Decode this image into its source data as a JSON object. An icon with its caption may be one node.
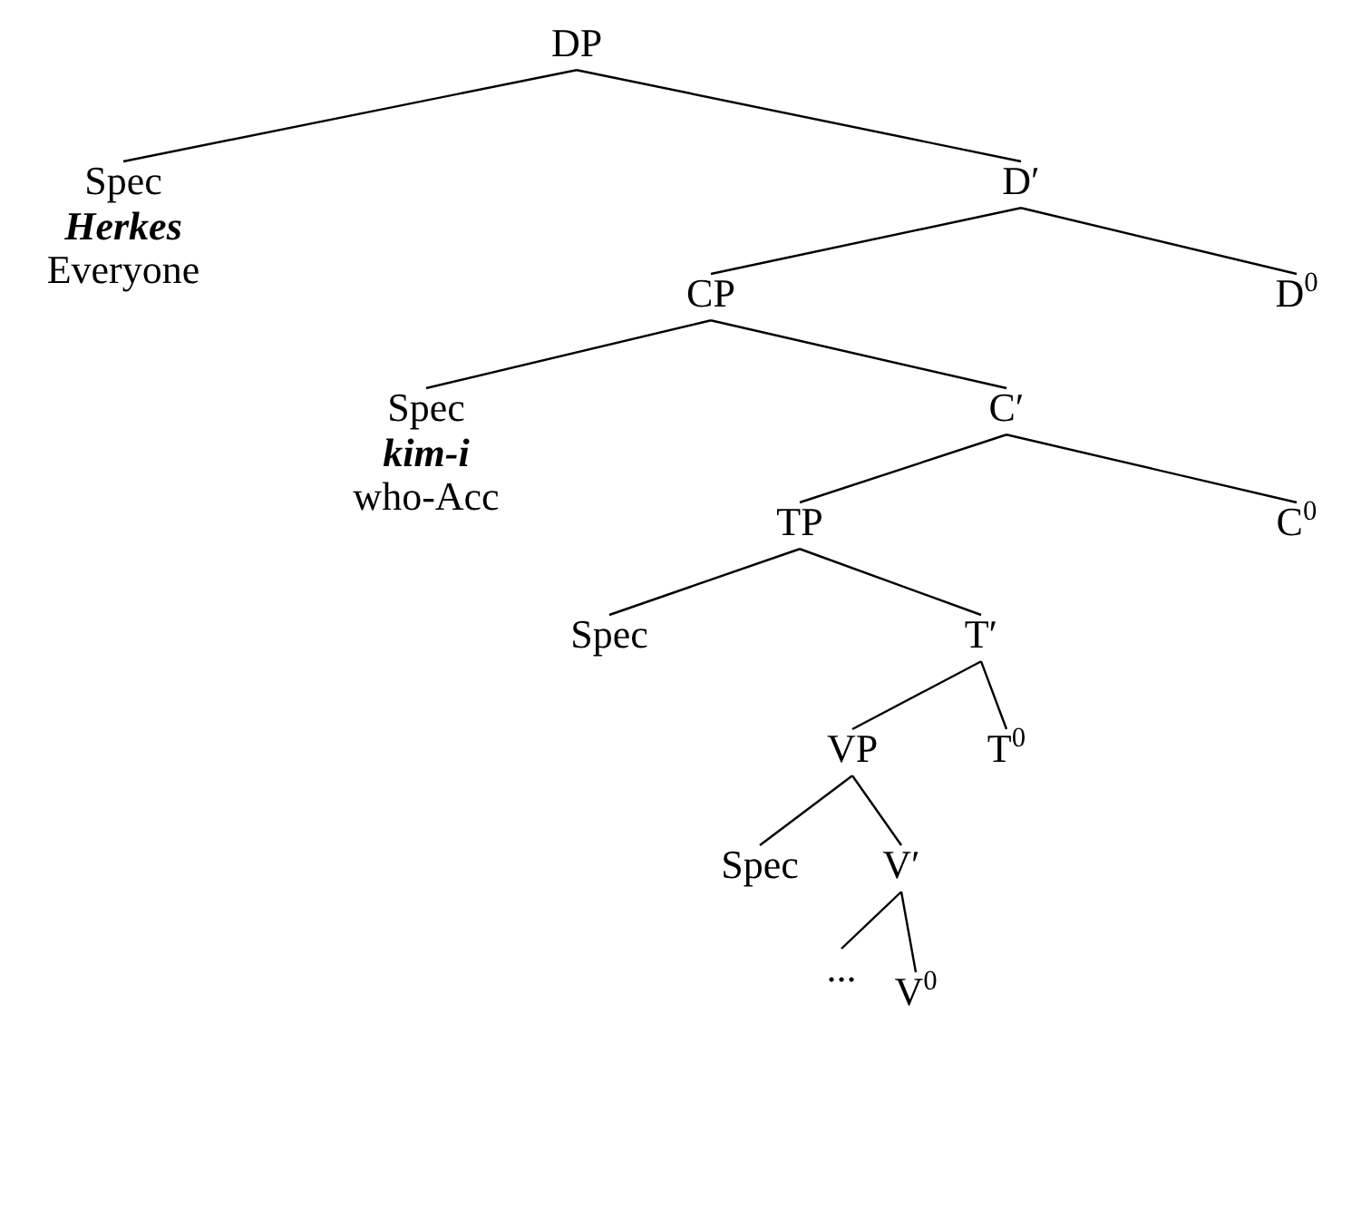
{
  "diagram": {
    "nodes": [
      {
        "text": [
          "DP"
        ]
      },
      {
        "text": [
          "Spec",
          "Herkes",
          "Everyone"
        ]
      },
      {
        "text": [
          "D′"
        ]
      },
      {
        "text": [
          "CP"
        ]
      },
      {
        "text": [
          "D$^{0}$"
        ]
      },
      {
        "text": [
          "Spec",
          "kim-i",
          "who-Acc"
        ]
      },
      {
        "text": [
          "C′"
        ]
      },
      {
        "text": [
          "TP"
        ]
      },
      {
        "text": [
          "C$^{0}$"
        ]
      },
      {
        "text": [
          "Spec"
        ]
      },
      {
        "text": [
          "T′"
        ]
      },
      {
        "text": [
          "VP"
        ]
      },
      {
        "text": [
          "T$^{0}$"
        ]
      },
      {
        "text": [
          "Spec"
        ]
      },
      {
        "text": [
          "V′"
        ]
      },
      {
        "text": [
          "..."
        ]
      },
      {
        "text": [
          "V$^{0}$"
        ]
      }
    ],
    "edges": [
      {
        "from": 0,
        "to": 1,
        "arrow": "none"
      },
      {
        "from": 0,
        "to": 2,
        "arrow": "none"
      },
      {
        "from": 2,
        "to": 3,
        "arrow": "none"
      },
      {
        "from": 2,
        "to": 4,
        "arrow": "none"
      },
      {
        "from": 3,
        "to": 5,
        "arrow": "none"
      },
      {
        "from": 3,
        "to": 6,
        "arrow": "none"
      },
      {
        "from": 6,
        "to": 7,
        "arrow": "none"
      },
      {
        "from": 6,
        "to": 8,
        "arrow": "none"
      },
      {
        "from": 7,
        "to": 9,
        "arrow": "none"
      },
      {
        "from": 7,
        "to": 10,
        "arrow": "none"
      },
      {
        "from": 10,
        "to": 11,
        "arrow": "none"
      },
      {
        "from": 10,
        "to": 12,
        "arrow": "none"
      },
      {
        "from": 11,
        "to": 13,
        "arrow": "none"
      },
      {
        "from": 11,
        "to": 14,
        "arrow": "none"
      },
      {
        "from": 14,
        "to": 15,
        "arrow": "none"
      },
      {
        "from": 14,
        "to": 16,
        "arrow": "none"
      }
    ]
  }
}
